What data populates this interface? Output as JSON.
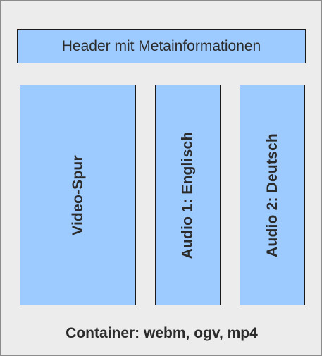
{
  "diagram": {
    "header": {
      "label": "Header mit Metainformationen"
    },
    "tracks": [
      {
        "label": "Video-Spur"
      },
      {
        "label": "Audio 1: Englisch"
      },
      {
        "label": "Audio 2: Deutsch"
      }
    ],
    "container": {
      "label": "Container: webm, ogv, mp4"
    },
    "colors": {
      "box_fill": "#9ecbff",
      "container_fill": "#ececec",
      "text": "#2b2b2b"
    }
  }
}
